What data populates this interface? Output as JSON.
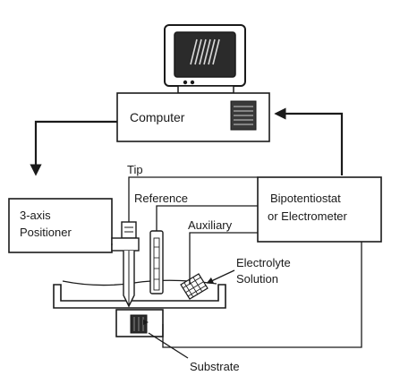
{
  "labels": {
    "computer": "Computer",
    "positioner_line1": "3-axis",
    "positioner_line2": "Positioner",
    "bipot_line1": "Bipotentiostat",
    "bipot_line2": "or Electrometer",
    "tip": "Tip",
    "reference": "Reference",
    "auxiliary": "Auxiliary",
    "electrolyte_line1": "Electrolyte",
    "electrolyte_line2": "Solution",
    "substrate": "Substrate"
  },
  "colors": {
    "ink": "#1a1a1a",
    "background": "#ffffff",
    "screen": "#2b2b2b",
    "screen_lines": "#d8d8d8"
  }
}
